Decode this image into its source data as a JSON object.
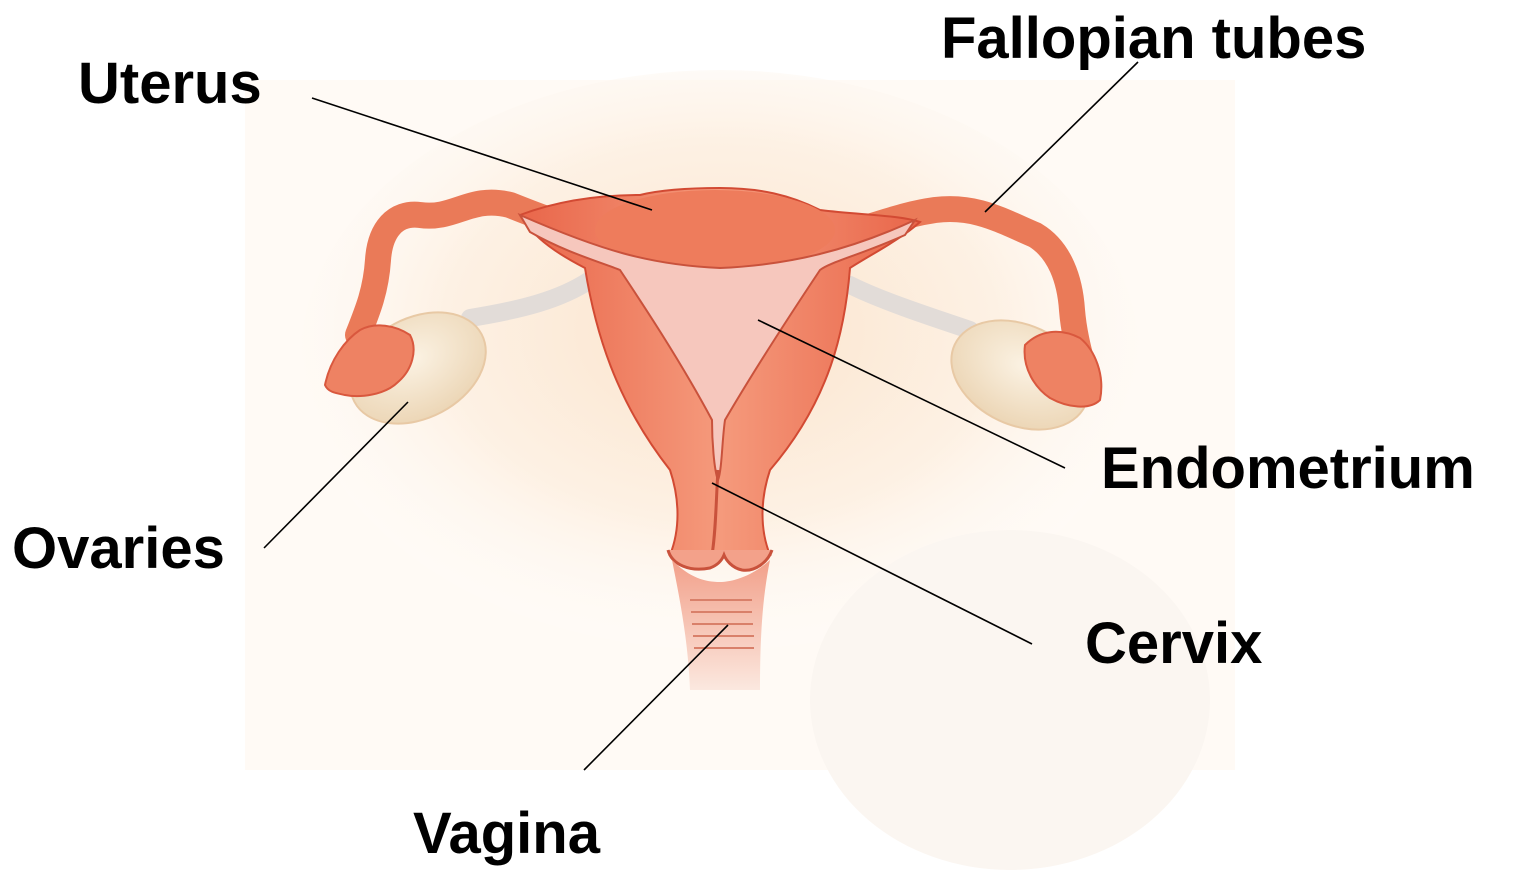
{
  "labels": {
    "fallopian_tubes": "Fallopian tubes",
    "uterus": "Uterus",
    "endometrium": "Endometrium",
    "ovaries": "Ovaries",
    "cervix": "Cervix",
    "vagina": "Vagina"
  },
  "colors": {
    "background": "#ffffff",
    "panel_glow": "#fbe6d0",
    "tissue": "#f08a66",
    "tissue_dark": "#d9553a",
    "tissue_light": "#f7a58a",
    "endometrium": "#f4c2b8",
    "ovary": "#f6e6cf",
    "ligament": "#e6e0dc",
    "leader_line": "#000000",
    "label_text": "#000000"
  }
}
